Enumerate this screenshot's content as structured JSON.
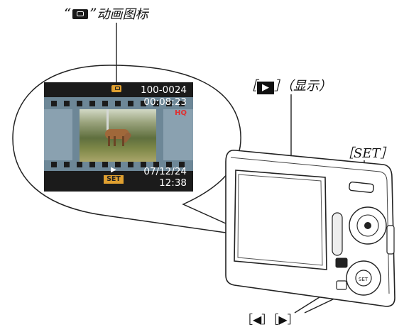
{
  "callouts": {
    "anim_open": "“",
    "anim_close": "”",
    "anim_icon": "movie-icon",
    "anim_text": "动画图标",
    "play_open": "［",
    "play_key": "▶",
    "play_close": "］（显示）",
    "set": "［SET］",
    "arrows_a": "［◀］",
    "arrows_b": "［▶］"
  },
  "screen": {
    "folder_file": "100-0024",
    "duration": "00:08:23",
    "quality": "HQ",
    "date": "07/12/24",
    "time": "12:38",
    "set_button": "SET",
    "play_symbol": "▶"
  },
  "colors": {
    "film": "#6d8797",
    "set_badge": "#e0a030",
    "quality_badge": "#e03030"
  }
}
